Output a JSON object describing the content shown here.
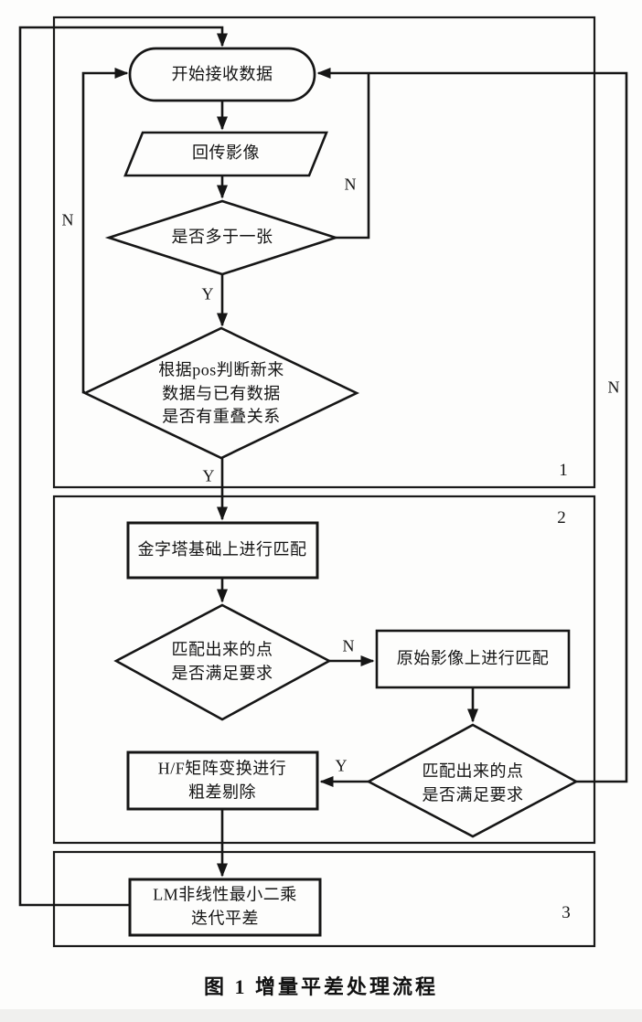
{
  "figure": {
    "caption": "图 1  增量平差处理流程"
  },
  "flowchart": {
    "nodes": {
      "start": "开始接收数据",
      "input_image": "回传影像",
      "decision_more_than_one": "是否多于一张",
      "decision_pos_overlap": "根据pos判断新来\n数据与已有数据\n是否有重叠关系",
      "process_pyramid_match": "金字塔基础上进行匹配",
      "decision_points_ok_1": "匹配出来的点\n是否满足要求",
      "process_original_match": "原始影像上进行匹配",
      "decision_points_ok_2": "匹配出来的点\n是否满足要求",
      "process_hf_filter": "H/F矩阵变换进行\n粗差剔除",
      "process_lm_adjust": "LM非线性最小二乘\n迭代平差"
    },
    "branch_labels": {
      "more_than_one_yes": "Y",
      "more_than_one_no": "N",
      "pos_overlap_yes": "Y",
      "pos_overlap_no": "N",
      "points_ok_1_no": "N",
      "points_ok_2_yes": "Y",
      "points_ok_2_no": "N"
    },
    "sections": {
      "stage1": "1",
      "stage2": "2",
      "stage3": "3"
    },
    "colors": {
      "line": "#161616",
      "fill": "#fdfdfc"
    }
  }
}
